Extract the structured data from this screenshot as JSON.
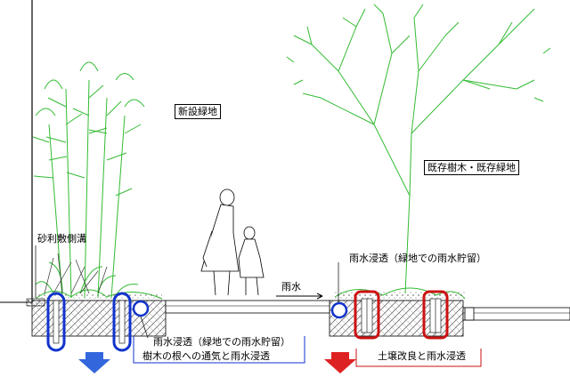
{
  "labels": {
    "new_green": "新設緑地",
    "existing_tree": "既存樹木・既存緑地",
    "gravel_ditch": "砂利敷側溝",
    "rain_infiltration_top": "雨水浸透（緑地での雨水貯留）",
    "rain": "雨水"
  },
  "captions": {
    "left_line1": "雨水浸透（緑地での雨水貯留）",
    "left_line2": "樹木の根への通気と雨水浸透",
    "right_line1": "土壌改良と雨水浸透"
  },
  "colors": {
    "tree_line": "#33bb33",
    "blue_marker": "#1133cc",
    "red_marker": "#cc1111",
    "blue_arrow": "#3366dd",
    "red_arrow": "#dd2222"
  }
}
